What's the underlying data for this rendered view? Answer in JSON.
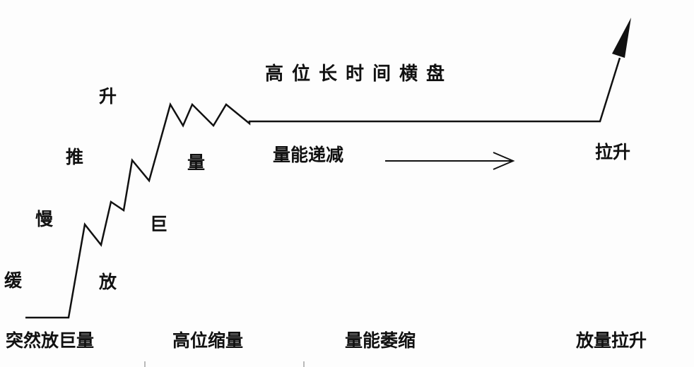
{
  "labels": {
    "slow_rise_chars": [
      "缓",
      "慢",
      "推",
      "升"
    ],
    "big_volume_chars": [
      "放",
      "巨",
      "量"
    ],
    "title": "高位长时间横盘",
    "volume_decrease": "量能递减",
    "pull_up": "拉升"
  },
  "bottom_labels": [
    "突然放巨量",
    "高位缩量",
    "量能萎缩",
    "放量拉升"
  ],
  "colors": {
    "line": "#111111",
    "background": "#fdfdfd"
  }
}
